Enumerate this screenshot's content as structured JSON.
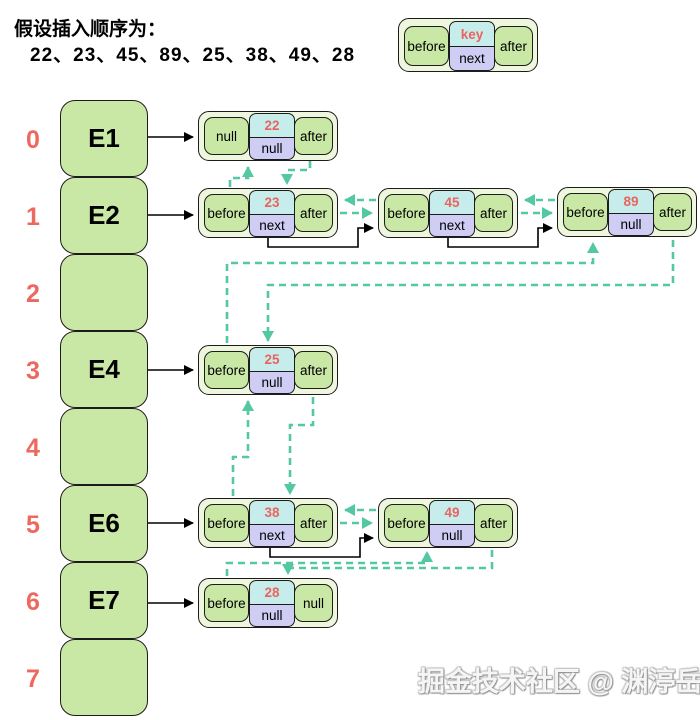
{
  "title": {
    "line1": "假设插入顺序为：",
    "line2": "22、23、45、89、25、38、49、28"
  },
  "legend": {
    "before": "before",
    "key": "key",
    "next": "next",
    "after": "after"
  },
  "buckets": [
    {
      "index": "0",
      "label": "E1"
    },
    {
      "index": "1",
      "label": "E2"
    },
    {
      "index": "2",
      "label": ""
    },
    {
      "index": "3",
      "label": "E4"
    },
    {
      "index": "4",
      "label": ""
    },
    {
      "index": "5",
      "label": "E6"
    },
    {
      "index": "6",
      "label": "E7"
    },
    {
      "index": "7",
      "label": ""
    }
  ],
  "insertion_order": [
    "22",
    "23",
    "45",
    "89",
    "25",
    "38",
    "49",
    "28"
  ],
  "nodes": [
    {
      "key": "22",
      "left": "null",
      "mid_bottom": "null",
      "right": "after"
    },
    {
      "key": "23",
      "left": "before",
      "mid_bottom": "next",
      "right": "after"
    },
    {
      "key": "45",
      "left": "before",
      "mid_bottom": "next",
      "right": "after"
    },
    {
      "key": "89",
      "left": "before",
      "mid_bottom": "null",
      "right": "after"
    },
    {
      "key": "25",
      "left": "before",
      "mid_bottom": "null",
      "right": "after"
    },
    {
      "key": "38",
      "left": "before",
      "mid_bottom": "next",
      "right": "after"
    },
    {
      "key": "49",
      "left": "before",
      "mid_bottom": "null",
      "right": "after"
    },
    {
      "key": "28",
      "left": "before",
      "mid_bottom": "null",
      "right": "null"
    }
  ],
  "watermark": "掘金技术社区 @ 渊渟岳",
  "colors": {
    "bucket_green": "#c9e8a5",
    "node_background": "#eef7de",
    "key_cyan": "#c6edeb",
    "next_lavender": "#cfcdf4",
    "pointer_teal": "#53c8a3",
    "index_red": "#ed685e",
    "key_red": "#e8655e",
    "border": "#1c1c1c"
  }
}
